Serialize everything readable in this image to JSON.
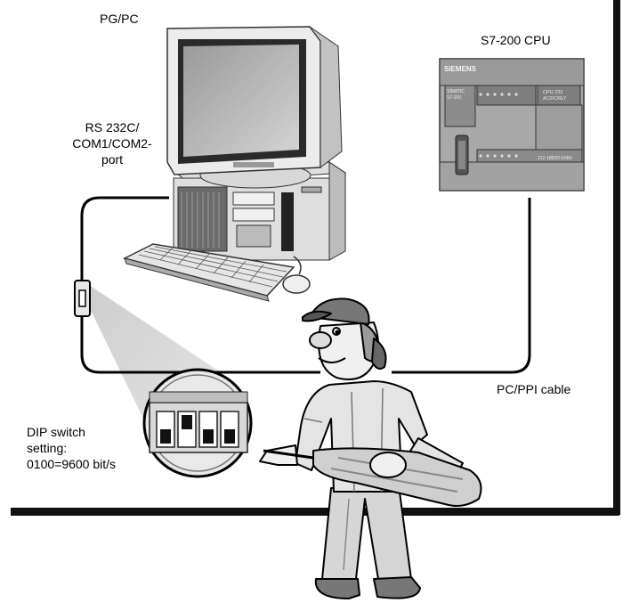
{
  "labels": {
    "pgpc": "PG/PC",
    "s7_cpu": "S7-200 CPU",
    "rs232": "RS 232C/\nCOM1/COM2-\nport",
    "pc_ppi_cable": "PC/PPI cable",
    "dip_switch": "DIP switch\nsetting:\n0100=9600 bit/s"
  },
  "plc_face": {
    "brand": "SIEMENS",
    "line1": "SIMATIC",
    "line2": "S7-200",
    "model": "CPU 222",
    "type": "AC/DC/RLY",
    "order": "212-1BB20-0XB0"
  }
}
